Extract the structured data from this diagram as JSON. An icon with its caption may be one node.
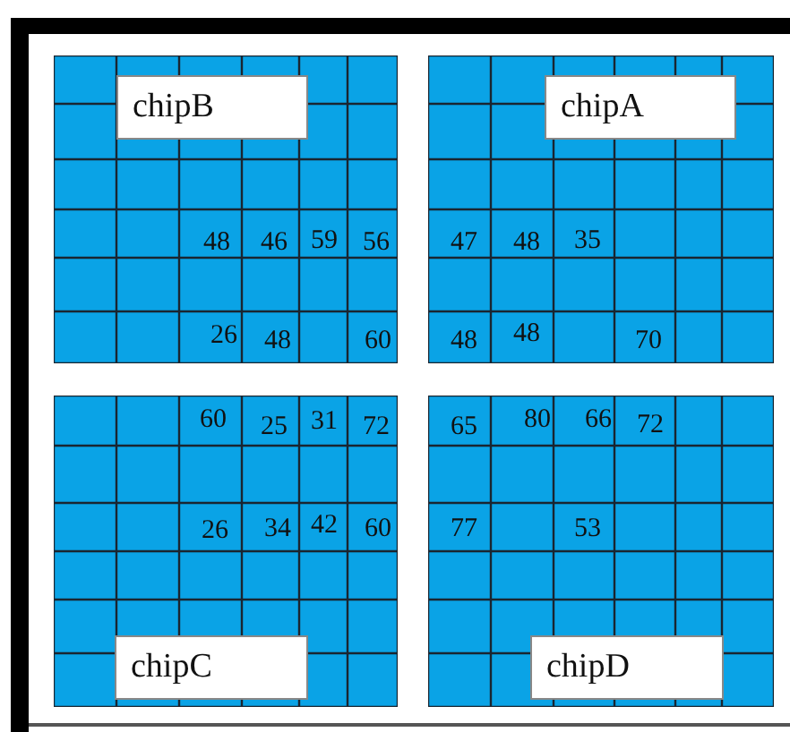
{
  "diagram": {
    "nodes": [
      {
        "text": [
          "chipB"
        ]
      },
      {
        "text": [
          "chipA"
        ]
      },
      {
        "text": [
          "chipC"
        ]
      },
      {
        "text": [
          "chipD"
        ]
      }
    ],
    "labels": [
      "48",
      "46",
      "59",
      "56",
      "47",
      "48",
      "35",
      "26",
      "48",
      "60",
      "48",
      "48",
      "70",
      "60",
      "25",
      "31",
      "72",
      "65",
      "80",
      "66",
      "72",
      "26",
      "34",
      "42",
      "60",
      "77",
      "53"
    ]
  }
}
